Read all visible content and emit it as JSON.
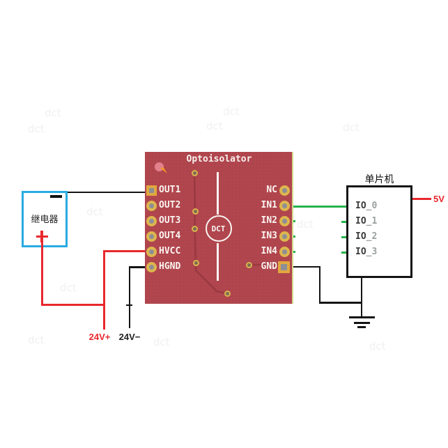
{
  "diagram": {
    "watermark_text": "dct",
    "relay": {
      "label": "继电器"
    },
    "board": {
      "title": "Optoisolator",
      "chip_label": "DCT",
      "left_pins": [
        "OUT1",
        "OUT2",
        "OUT3",
        "OUT4",
        "HVCC",
        "HGND"
      ],
      "right_pins": [
        "NC",
        "IN1",
        "IN2",
        "IN3",
        "IN4",
        "GND"
      ]
    },
    "mcu": {
      "label": "单片机",
      "pins": [
        {
          "prefix": "IO",
          "suffix": "_0"
        },
        {
          "prefix": "IO",
          "suffix": "_1"
        },
        {
          "prefix": "IO",
          "suffix": "_2"
        },
        {
          "prefix": "IO",
          "suffix": "_3"
        }
      ]
    },
    "labels": {
      "supply_5v": "5V",
      "supply_24v_plus": "24V+",
      "supply_24v_minus": "24V−"
    },
    "colors": {
      "board_red": "#b2464e",
      "trace_dark_red": "#9b3940",
      "pad_gold": "#ddb64d",
      "wire_red": "#e8282d",
      "wire_green": "#27b24b",
      "wire_black": "#141414",
      "relay_blue": "#29abe2"
    }
  }
}
